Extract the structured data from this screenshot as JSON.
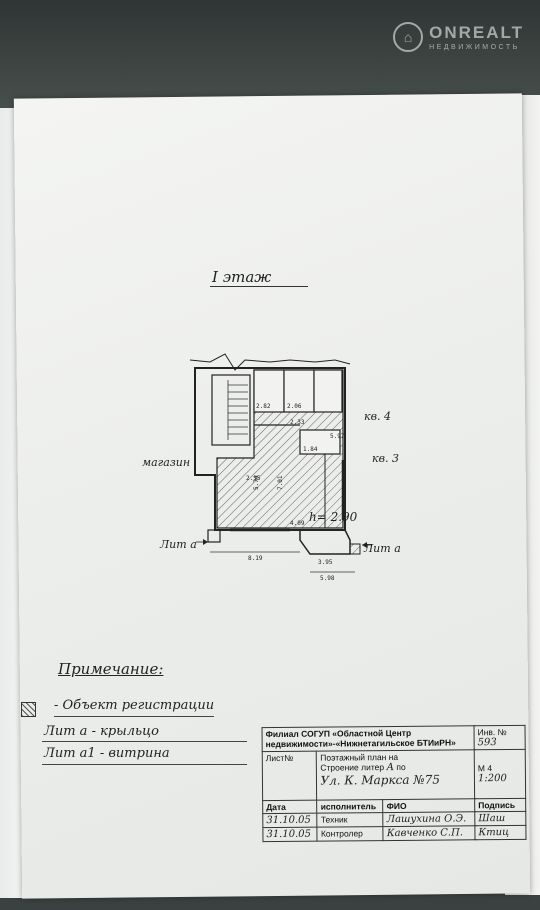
{
  "watermark": {
    "name": "ONREALT",
    "sub": "НЕДВИЖИМОСТЬ"
  },
  "plan": {
    "floor_title": "I этаж",
    "labels": {
      "shop": "магазин",
      "apt4": "кв. 4",
      "apt3": "кв. 3",
      "height": "h= 2.90",
      "lit_a_left": "Лит а",
      "lit_a_right": "Лит а"
    },
    "dims": [
      "2.82",
      "2.06",
      "2.33",
      "1.84",
      "4.09",
      "7.01",
      "5.74",
      "2.15",
      "8.19",
      "3.95",
      "5.98",
      "5.97"
    ]
  },
  "notes": {
    "heading": "Примечание:",
    "items": [
      "- Объект регистрации",
      "Лит а - крыльцо",
      "Лит а1 - витрина"
    ]
  },
  "stamp": {
    "org": "Филиал СОГУП «Областной Центр недвижимости»-«Нижнетагильское БТИиРН»",
    "inv_label": "Инв. №",
    "inv_value": "593",
    "sheet_label": "Лист№",
    "plan_text_1": "Поэтажный план на",
    "plan_text_2": "Строение литер",
    "litera": "А",
    "po": "по",
    "street": "Ул. К. Маркса",
    "number": "№75",
    "scale_label": "М 4",
    "scale": "1:200",
    "col_date": "Дата",
    "col_exec": "исполнитель",
    "col_fio": "ФИО",
    "col_sign": "Подпись",
    "rows": [
      {
        "date": "31.10.05",
        "role": "Техник",
        "fio": "Лашухина О.Э.",
        "sign": "Шаш"
      },
      {
        "date": "31.10.05",
        "role": "Контролер",
        "fio": "Кавченко С.П.",
        "sign": "Ктиц"
      }
    ]
  }
}
